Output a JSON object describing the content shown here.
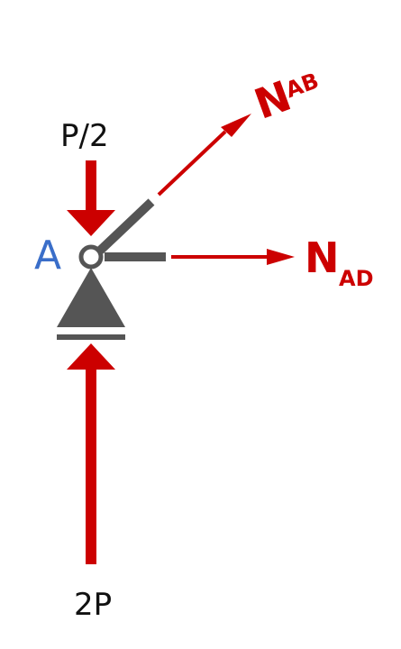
{
  "labels": {
    "top_load": "P/2",
    "bottom_load": "2P",
    "node": "A",
    "force_ab_main": "N",
    "force_ab_sub": "AB",
    "force_ad_main": "N",
    "force_ad_sub": "AD"
  },
  "colors": {
    "force_red": "#cc0000",
    "member_gray": "#555555",
    "node_blue": "#3a6ec9",
    "text_black": "#111111",
    "background": "#ffffff"
  }
}
